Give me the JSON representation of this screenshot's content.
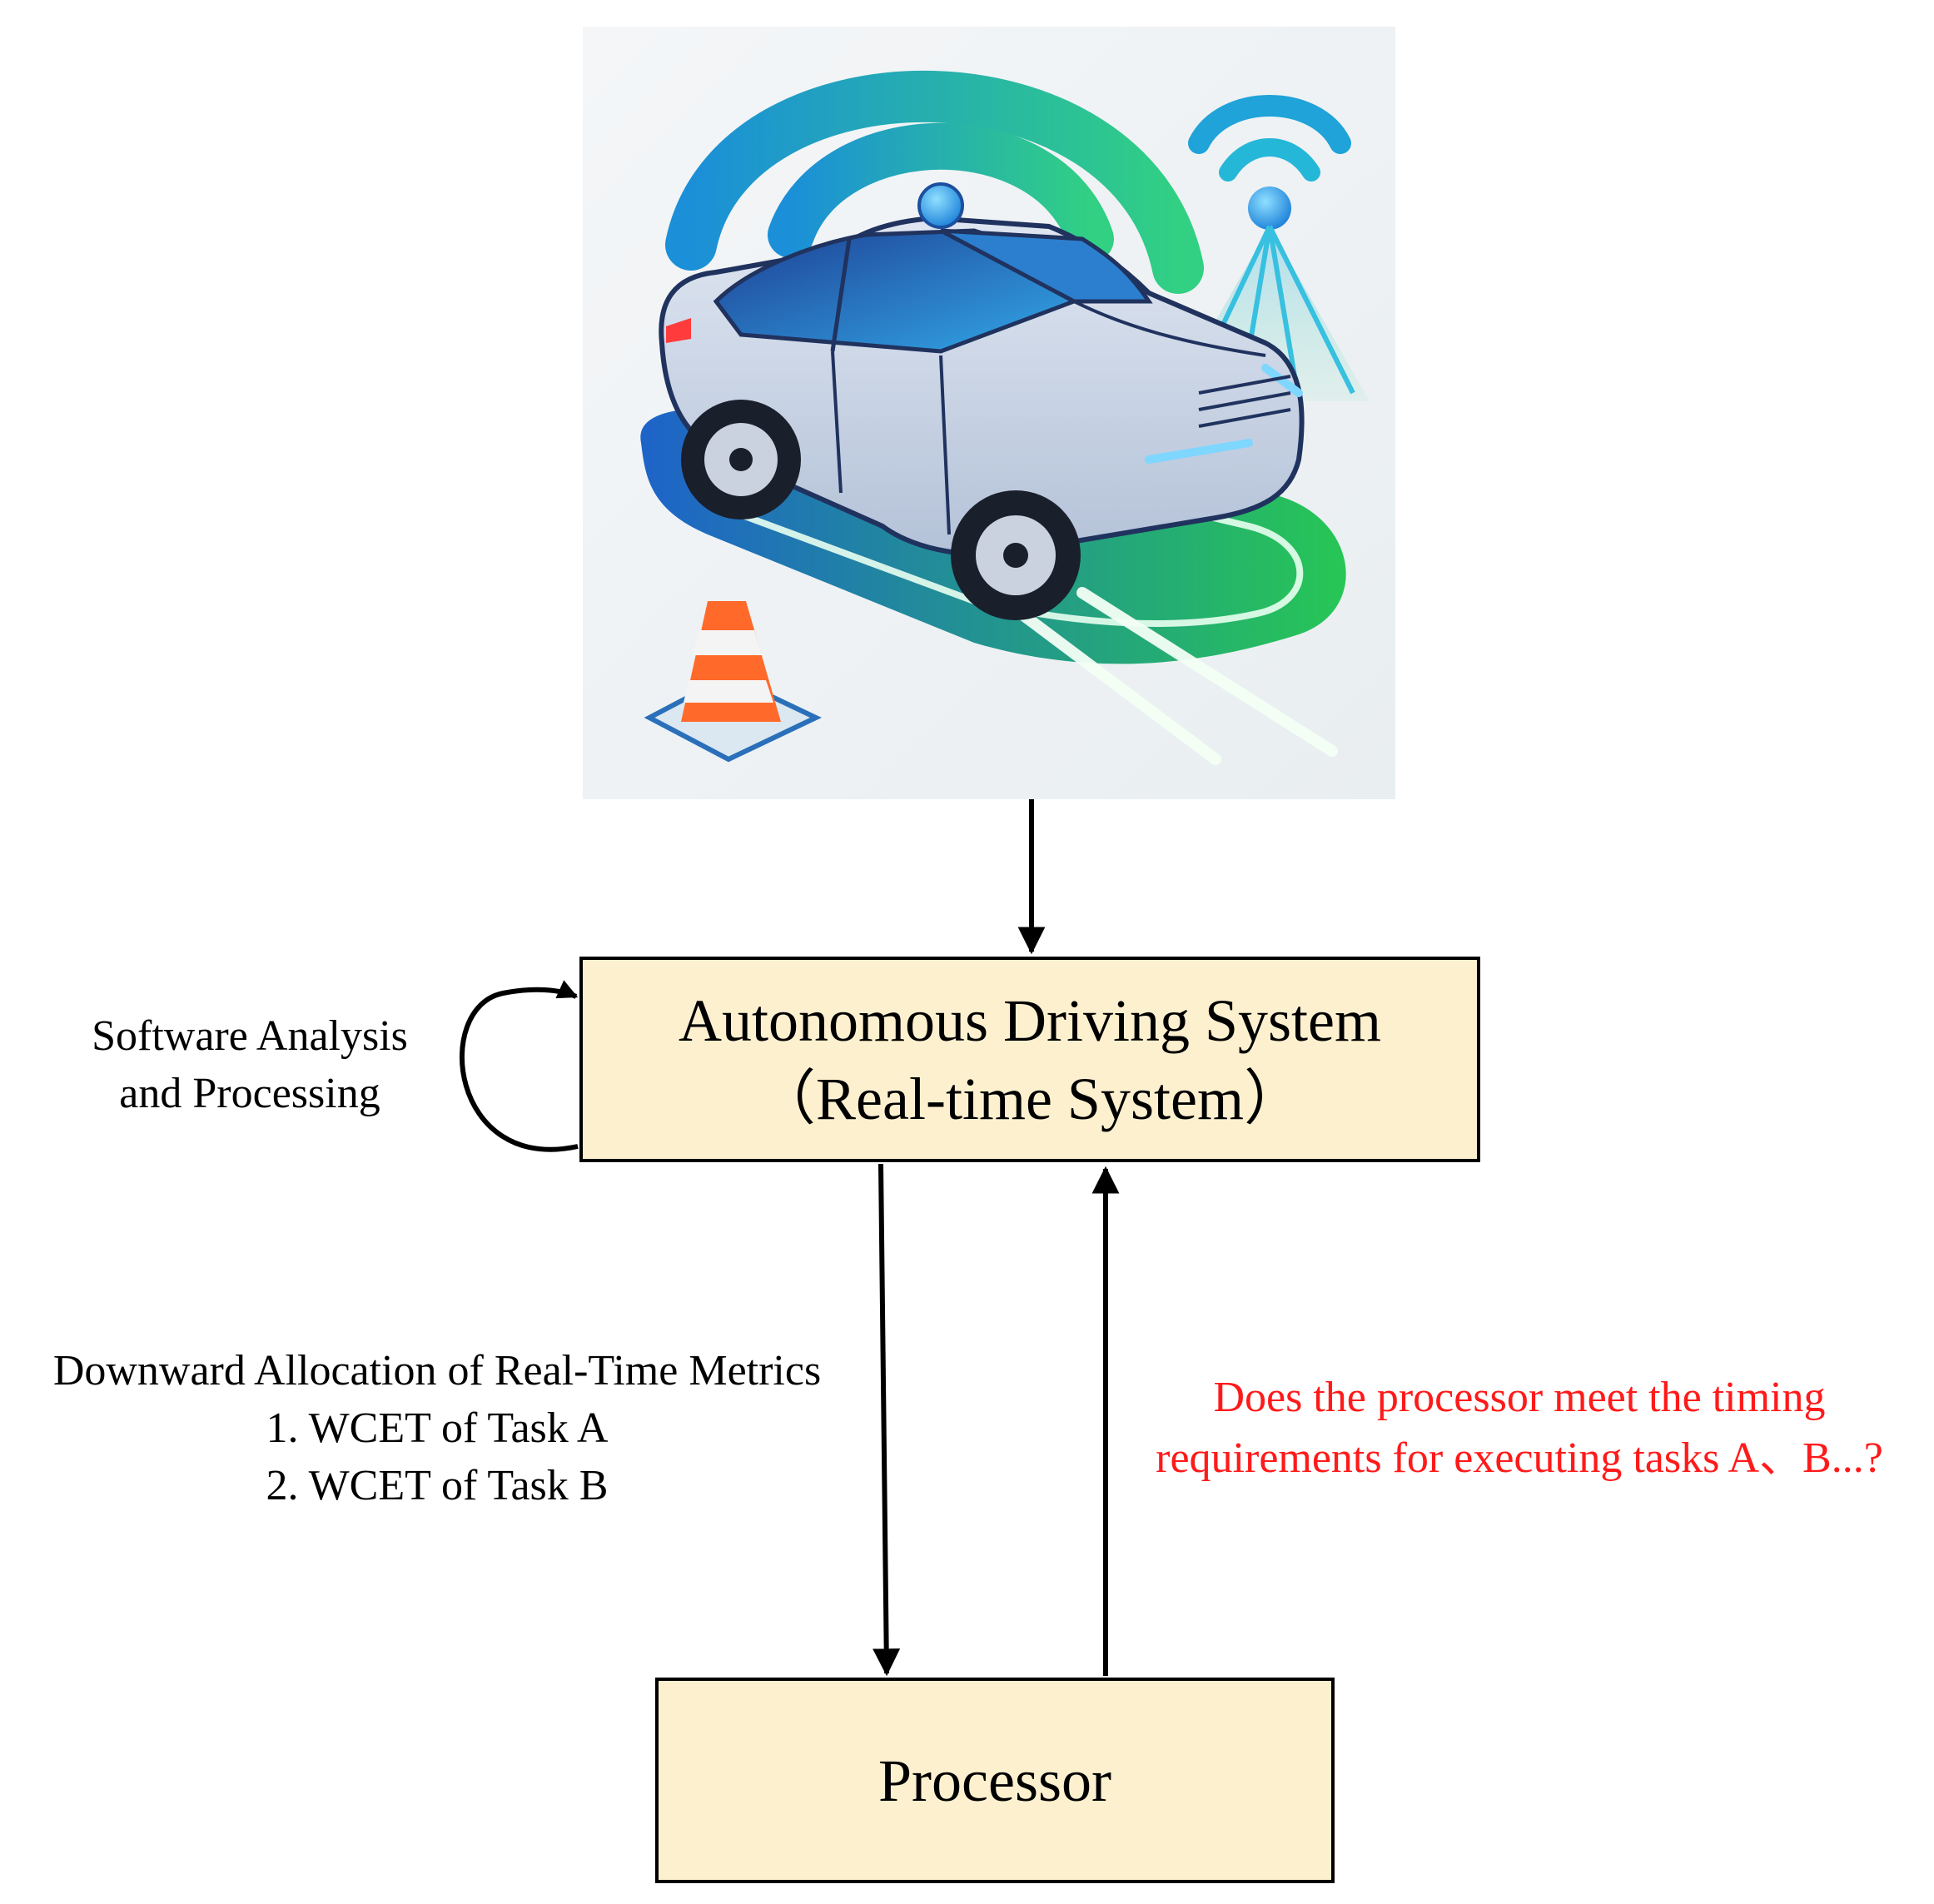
{
  "nodes": {
    "autonomous_driving": {
      "line1": "Autonomous Driving System",
      "line2": "（Real-time System）"
    },
    "processor": {
      "label": "Processor"
    }
  },
  "labels": {
    "self_loop": [
      "Software Analysis",
      "and Processing"
    ],
    "downward": [
      "Downward Allocation of Real-Time Metrics",
      "1. WCET of Task A",
      "2. WCET of Task B"
    ],
    "upward_question": [
      "Does the processor meet the timing",
      "requirements for executing tasks A、B...?"
    ]
  },
  "illustration": {
    "subject": "autonomous car with wireless signals and traffic cone",
    "icons": [
      "car-icon",
      "wifi-signal-icon",
      "traffic-cone-icon",
      "sensor-beam-icon"
    ]
  },
  "colors": {
    "box_fill": "#fdf0cf",
    "question_text": "#ff1a1a",
    "signal_blue": "#1e8fd8",
    "signal_green": "#2fd37a"
  }
}
